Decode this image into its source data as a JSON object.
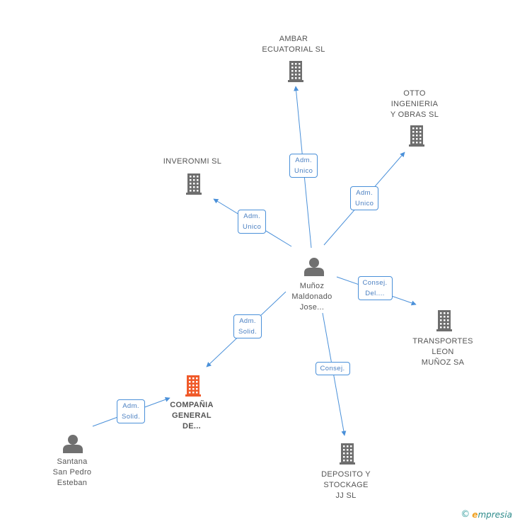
{
  "colors": {
    "edge": "#4a90d9",
    "building": "#6e6e6e",
    "building_focus": "#f05a2a",
    "person": "#707070"
  },
  "nodes": [
    {
      "id": "ambar",
      "type": "company",
      "icon": "building-icon",
      "lines": [
        "AMBAR",
        "ECUATORIAL SL"
      ]
    },
    {
      "id": "otto",
      "type": "company",
      "icon": "building-icon",
      "lines": [
        "OTTO",
        "INGENIERIA",
        "Y OBRAS SL"
      ]
    },
    {
      "id": "inveronmi",
      "type": "company",
      "icon": "building-icon",
      "lines": [
        "INVERONMI SL"
      ]
    },
    {
      "id": "munoz",
      "type": "person",
      "icon": "person-icon",
      "lines": [
        "Muñoz",
        "Maldonado",
        "Jose..."
      ]
    },
    {
      "id": "transportes",
      "type": "company",
      "icon": "building-icon",
      "lines": [
        "TRANSPORTES",
        "LEON",
        "MUÑOZ SA"
      ]
    },
    {
      "id": "compania",
      "type": "company-focus",
      "icon": "building-icon",
      "lines": [
        "COMPAÑIA",
        "GENERAL",
        "DE..."
      ]
    },
    {
      "id": "santana",
      "type": "person",
      "icon": "person-icon",
      "lines": [
        "Santana",
        "San Pedro",
        "Esteban"
      ]
    },
    {
      "id": "deposito",
      "type": "company",
      "icon": "building-icon",
      "lines": [
        "DEPOSITO Y",
        "STOCKAGE",
        "JJ SL"
      ]
    }
  ],
  "edges": [
    {
      "id": "munoz-ambar",
      "lines": [
        "Adm.",
        "Unico"
      ]
    },
    {
      "id": "munoz-otto",
      "lines": [
        "Adm.",
        "Unico"
      ]
    },
    {
      "id": "munoz-inveronmi",
      "lines": [
        "Adm.",
        "Unico"
      ]
    },
    {
      "id": "munoz-transportes",
      "lines": [
        "Consej.",
        "Del...."
      ]
    },
    {
      "id": "munoz-compania",
      "lines": [
        "Adm.",
        "Solid."
      ]
    },
    {
      "id": "munoz-deposito",
      "lines": [
        "Consej."
      ]
    },
    {
      "id": "santana-compania",
      "lines": [
        "Adm.",
        "Solid."
      ]
    }
  ],
  "watermark": {
    "symbol": "©",
    "brand_initial": "e",
    "brand_rest": "mpresia"
  }
}
